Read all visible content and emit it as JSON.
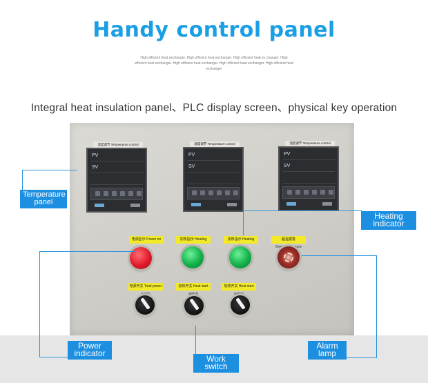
{
  "header": {
    "title": "Handy control panel",
    "blurb": "High efficient heat exchanger. High efficient heat exchanger. High efficient heat ex changer. High efficient heat exchanger. High efficient heat exchanger. High efficient heat exchanger. High efficient heat exchanger"
  },
  "subtitle": "Integral heat insulation panel、PLC display screen、physical key operation",
  "controllers": [
    {
      "label": "温度调节 Temperature control",
      "pv": "PV",
      "sv": "SV"
    },
    {
      "label": "温度调节 Temperature control",
      "pv": "PV",
      "sv": "SV"
    },
    {
      "label": "温度调节 Temperature control",
      "pv": "PV",
      "sv": "SV"
    }
  ],
  "tags": {
    "power_indicator": "电源显示 Power on",
    "heating_indicator_1": "加热指示 Heating indicator",
    "heating_indicator_2": "加热指示 Heating indicator",
    "alarm": "超温报警 Overtemperature alarm",
    "power_switch": "电源开关 Total power switch",
    "heating_switch_1": "加热开关 Heat start switch",
    "heating_switch_2": "加热开关 Heat start switch"
  },
  "callouts": {
    "temperature_panel": "Temperature panel",
    "heating_indicator": "Heating indicator",
    "power_indicator": "Power indicator",
    "work_switch": "Work switch",
    "alarm_lamp": "Alarm lamp"
  },
  "colors": {
    "title": "#1a9ee4",
    "callout": "#1d8fe1",
    "tag": "#f2ea28"
  }
}
